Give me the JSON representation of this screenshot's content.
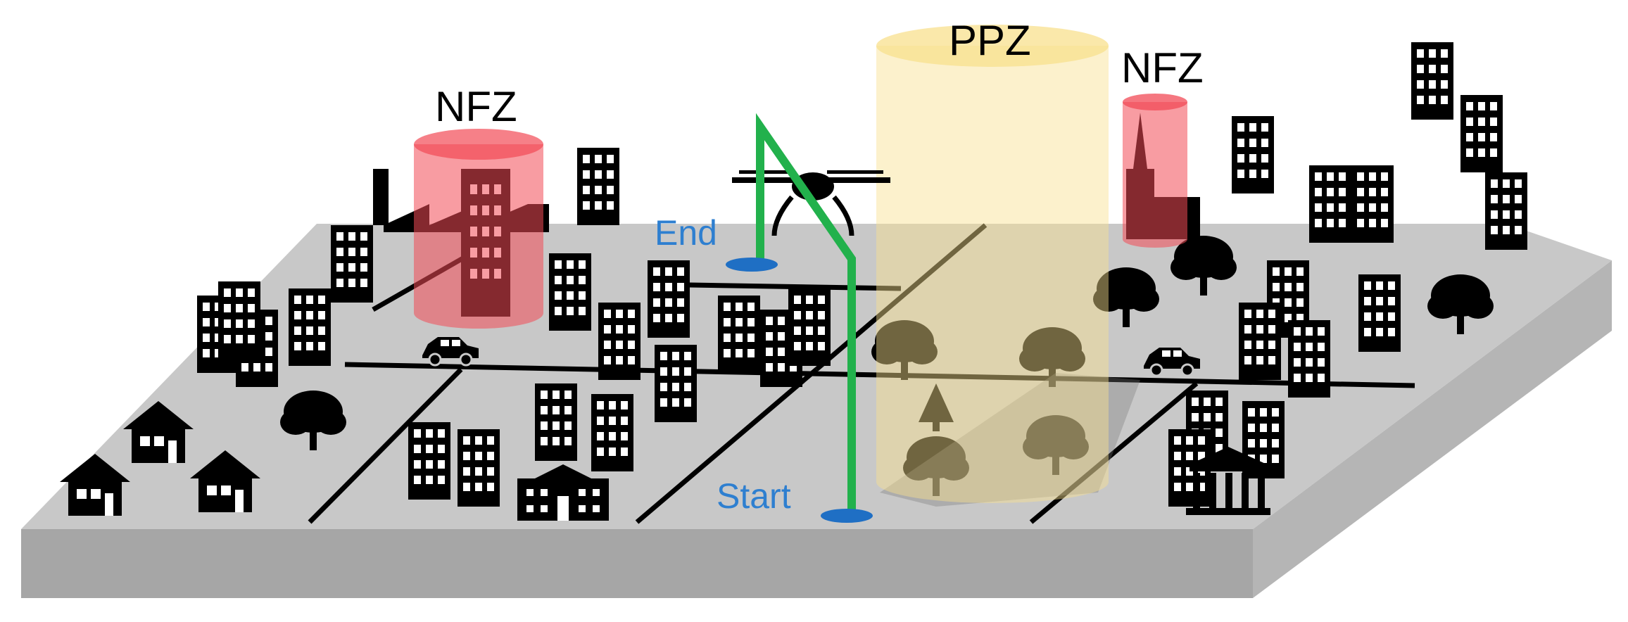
{
  "labels": {
    "nfz_left": "NFZ",
    "nfz_right": "NFZ",
    "ppz": "PPZ",
    "end": "End",
    "start": "Start"
  },
  "colors": {
    "nfz": "#f24a55",
    "ppz": "#f8e08e",
    "path": "#22b14c",
    "point": "#1f6fc4",
    "point_label": "#2e7fd0",
    "ground_top": "#c8c8c8",
    "ground_side": "#a6a6a6"
  },
  "icons": [
    "drone-icon",
    "building-icon",
    "house-icon",
    "tree-icon",
    "car-icon",
    "factory-icon",
    "church-icon",
    "school-icon",
    "government-building-icon"
  ]
}
